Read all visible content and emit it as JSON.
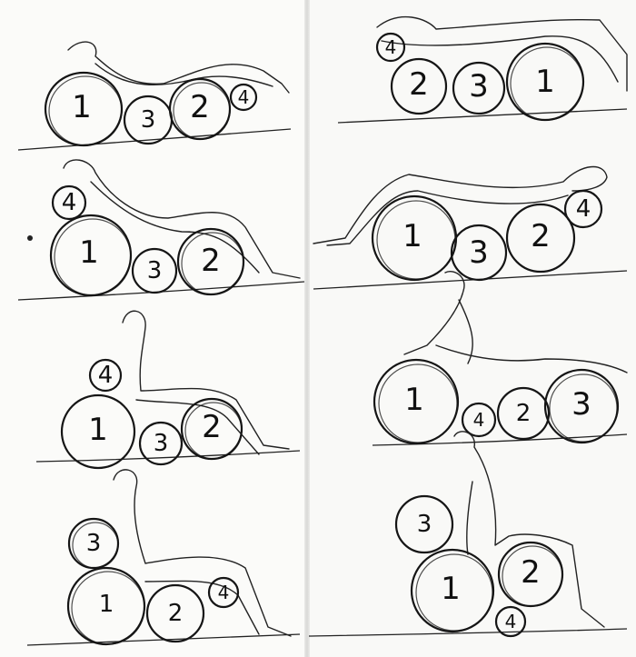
{
  "sketches": [
    {
      "id": "s1",
      "labels": [
        "1",
        "3",
        "2",
        "4"
      ]
    },
    {
      "id": "s2",
      "labels": [
        "4",
        "2",
        "3",
        "1"
      ]
    },
    {
      "id": "s3",
      "labels": [
        "4",
        "1",
        "3",
        "2"
      ]
    },
    {
      "id": "s4",
      "labels": [
        "1",
        "3",
        "2",
        "4"
      ]
    },
    {
      "id": "s5",
      "labels": [
        "4",
        "1",
        "3",
        "2"
      ]
    },
    {
      "id": "s6",
      "labels": [
        "1",
        "4",
        "2",
        "3"
      ]
    },
    {
      "id": "s7",
      "labels": [
        "3",
        "1",
        "2",
        "4"
      ]
    },
    {
      "id": "s8",
      "labels": [
        "3",
        "1",
        "2",
        "4"
      ]
    }
  ],
  "colors": {
    "ink": "#151515",
    "paper": "#fbfbf9"
  }
}
